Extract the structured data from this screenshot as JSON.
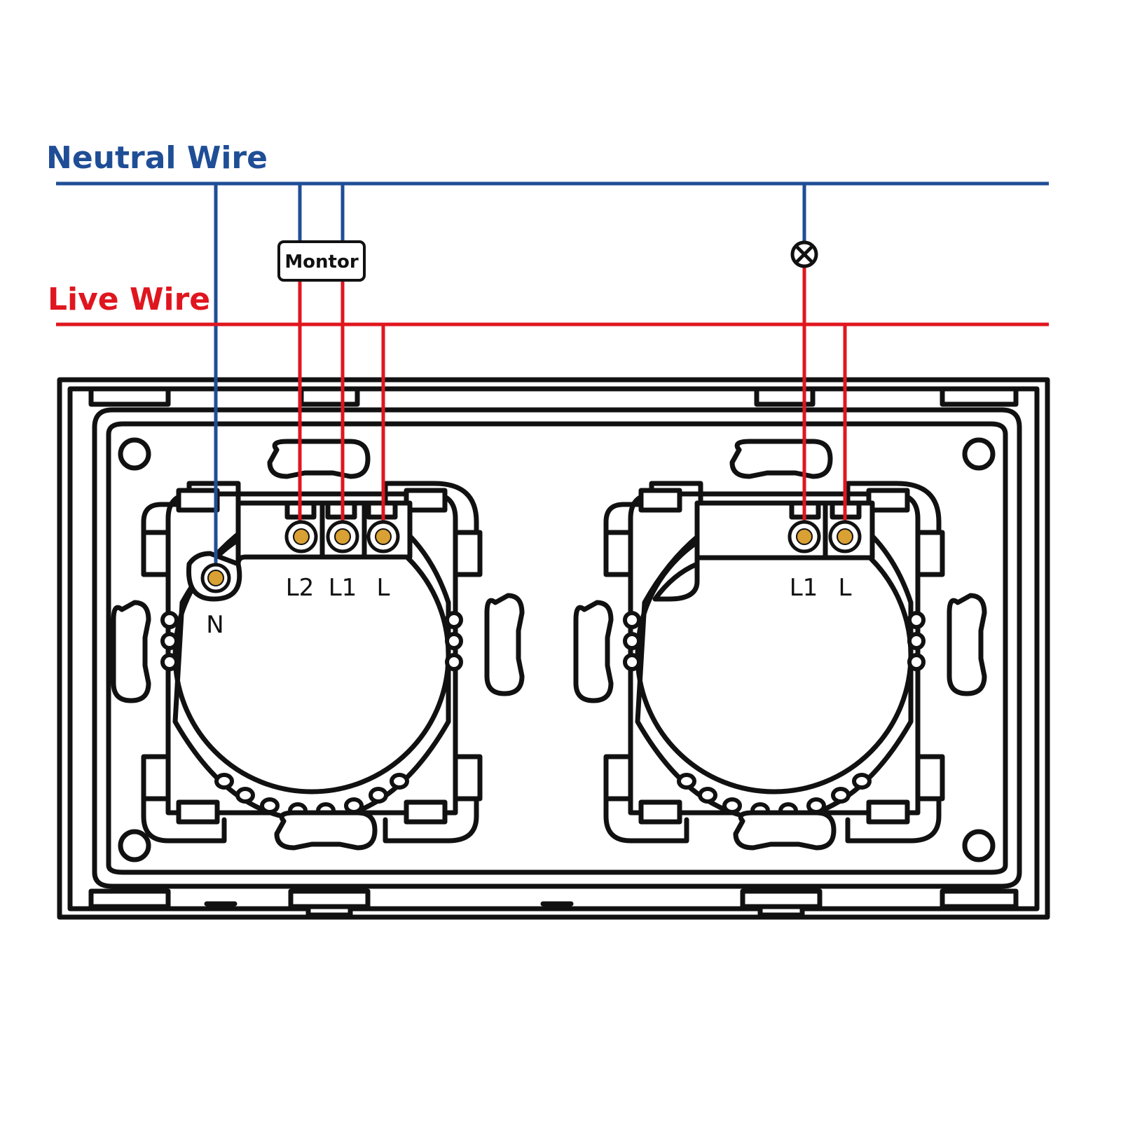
{
  "wires": {
    "neutral": {
      "label": "Neutral Wire",
      "color": "#1f4e96"
    },
    "live": {
      "label": "Live Wire",
      "color": "#e0161f"
    }
  },
  "load_box": {
    "label": "Montor"
  },
  "lamp": {
    "icon": "lamp-cross-icon"
  },
  "terminal_color": "#d9a033",
  "left_module": {
    "terminals": [
      "L2",
      "L1",
      "L"
    ],
    "neutral_terminal": "N"
  },
  "right_module": {
    "terminals": [
      "L1",
      "L"
    ]
  }
}
